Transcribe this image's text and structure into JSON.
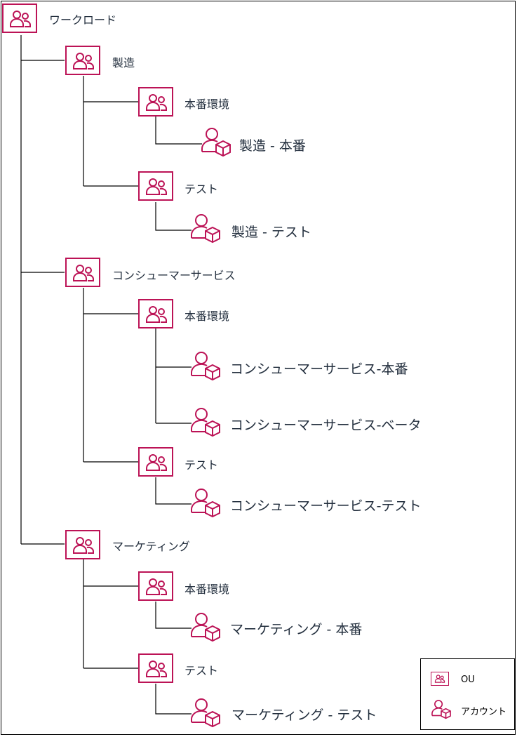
{
  "diagram": {
    "root": {
      "label": "ワークロード"
    },
    "ous": [
      {
        "label": "製造",
        "children": [
          {
            "label": "本番環境",
            "accounts": [
              "製造 - 本番"
            ]
          },
          {
            "label": "テスト",
            "accounts": [
              "製造 - テスト"
            ]
          }
        ]
      },
      {
        "label": "コンシューマーサービス",
        "children": [
          {
            "label": "本番環境",
            "accounts": [
              "コンシューマーサービス-本番",
              "コンシューマーサービス-ベータ"
            ]
          },
          {
            "label": "テスト",
            "accounts": [
              "コンシューマーサービス-テスト"
            ]
          }
        ]
      },
      {
        "label": "マーケティング",
        "children": [
          {
            "label": "本番環境",
            "accounts": [
              "マーケティング - 本番"
            ]
          },
          {
            "label": "テスト",
            "accounts": [
              "マーケティング - テスト"
            ]
          }
        ]
      }
    ]
  },
  "legend": {
    "ou_label": "OU",
    "account_label": "アカウント"
  },
  "icons": {
    "ou": "organizational-unit-icon",
    "account": "account-icon"
  },
  "colors": {
    "accent": "#bc1356",
    "text": "#232f3e",
    "line": "#000000"
  }
}
